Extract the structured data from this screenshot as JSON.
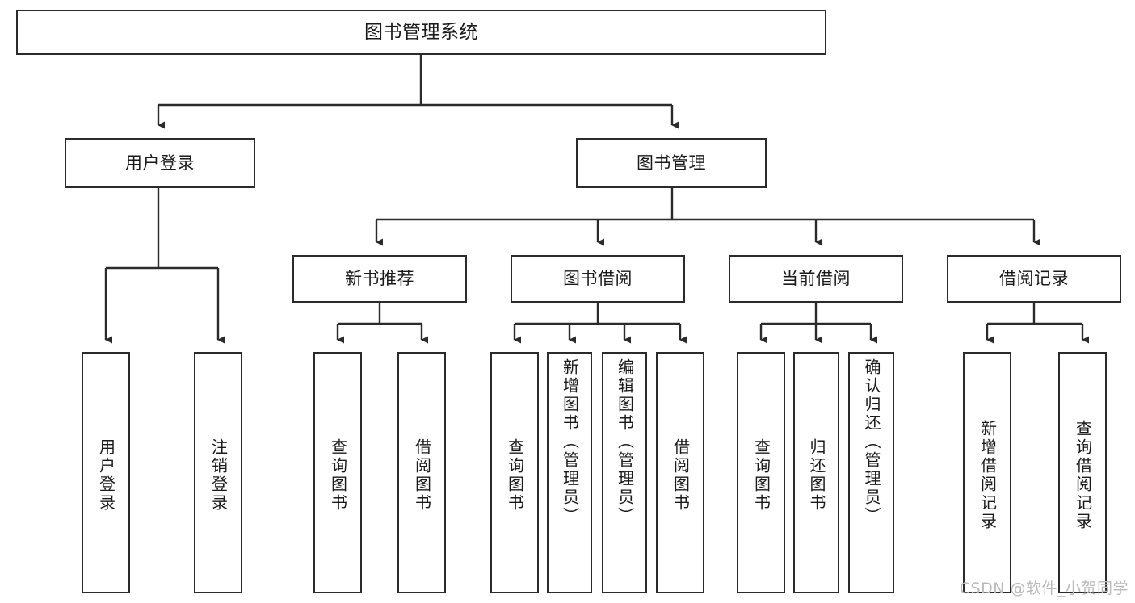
{
  "diagram": {
    "title": "图书管理系统",
    "watermark": "CSDN @软件_小贺同学",
    "line_color": "#2b2b2b",
    "text_color": "#1a1a1a",
    "background": "#ffffff",
    "watermark_color": "#b9b9b9",
    "type": "tree-hierarchy"
  },
  "nodes": {
    "root": {
      "label": "图书管理系统",
      "level": 0,
      "orientation": "horizontal"
    },
    "user_login": {
      "label": "用户登录",
      "level": 1,
      "orientation": "horizontal"
    },
    "book_manage": {
      "label": "图书管理",
      "level": 1,
      "orientation": "horizontal"
    },
    "new_book_rec": {
      "label": "新书推荐",
      "level": 2,
      "orientation": "horizontal"
    },
    "book_borrow": {
      "label": "图书借阅",
      "level": 2,
      "orientation": "horizontal"
    },
    "current_borrow": {
      "label": "当前借阅",
      "level": 2,
      "orientation": "horizontal"
    },
    "borrow_record": {
      "label": "借阅记录",
      "level": 2,
      "orientation": "horizontal"
    },
    "leaf_user_login": {
      "label": "用户登录",
      "level": 3,
      "orientation": "vertical"
    },
    "leaf_logout": {
      "label": "注销登录",
      "level": 3,
      "orientation": "vertical"
    },
    "leaf_query_book_1": {
      "label": "查询图书",
      "level": 3,
      "orientation": "vertical"
    },
    "leaf_borrow_book_1": {
      "label": "借阅图书",
      "level": 3,
      "orientation": "vertical"
    },
    "leaf_query_book_2": {
      "label": "查询图书",
      "level": 3,
      "orientation": "vertical"
    },
    "leaf_add_book": {
      "label": "新增图书（管理员）",
      "level": 3,
      "orientation": "vertical"
    },
    "leaf_edit_book": {
      "label": "编辑图书（管理员）",
      "level": 3,
      "orientation": "vertical"
    },
    "leaf_borrow_book_2": {
      "label": "借阅图书",
      "level": 3,
      "orientation": "vertical"
    },
    "leaf_query_book_3": {
      "label": "查询图书",
      "level": 3,
      "orientation": "vertical"
    },
    "leaf_return_book": {
      "label": "归还图书",
      "level": 3,
      "orientation": "vertical"
    },
    "leaf_confirm_return": {
      "label": "确认归还（管理员）",
      "level": 3,
      "orientation": "vertical"
    },
    "leaf_add_record": {
      "label": "新增借阅记录",
      "level": 3,
      "orientation": "vertical"
    },
    "leaf_query_record": {
      "label": "查询借阅记录",
      "level": 3,
      "orientation": "vertical"
    }
  },
  "edges": [
    {
      "from": "root",
      "to": "user_login"
    },
    {
      "from": "root",
      "to": "book_manage"
    },
    {
      "from": "user_login",
      "to": "leaf_user_login"
    },
    {
      "from": "user_login",
      "to": "leaf_logout"
    },
    {
      "from": "book_manage",
      "to": "new_book_rec"
    },
    {
      "from": "book_manage",
      "to": "book_borrow"
    },
    {
      "from": "book_manage",
      "to": "current_borrow"
    },
    {
      "from": "book_manage",
      "to": "borrow_record"
    },
    {
      "from": "new_book_rec",
      "to": "leaf_query_book_1"
    },
    {
      "from": "new_book_rec",
      "to": "leaf_borrow_book_1"
    },
    {
      "from": "book_borrow",
      "to": "leaf_query_book_2"
    },
    {
      "from": "book_borrow",
      "to": "leaf_add_book"
    },
    {
      "from": "book_borrow",
      "to": "leaf_edit_book"
    },
    {
      "from": "book_borrow",
      "to": "leaf_borrow_book_2"
    },
    {
      "from": "current_borrow",
      "to": "leaf_query_book_3"
    },
    {
      "from": "current_borrow",
      "to": "leaf_return_book"
    },
    {
      "from": "current_borrow",
      "to": "leaf_confirm_return"
    },
    {
      "from": "borrow_record",
      "to": "leaf_add_record"
    },
    {
      "from": "borrow_record",
      "to": "leaf_query_record"
    }
  ]
}
